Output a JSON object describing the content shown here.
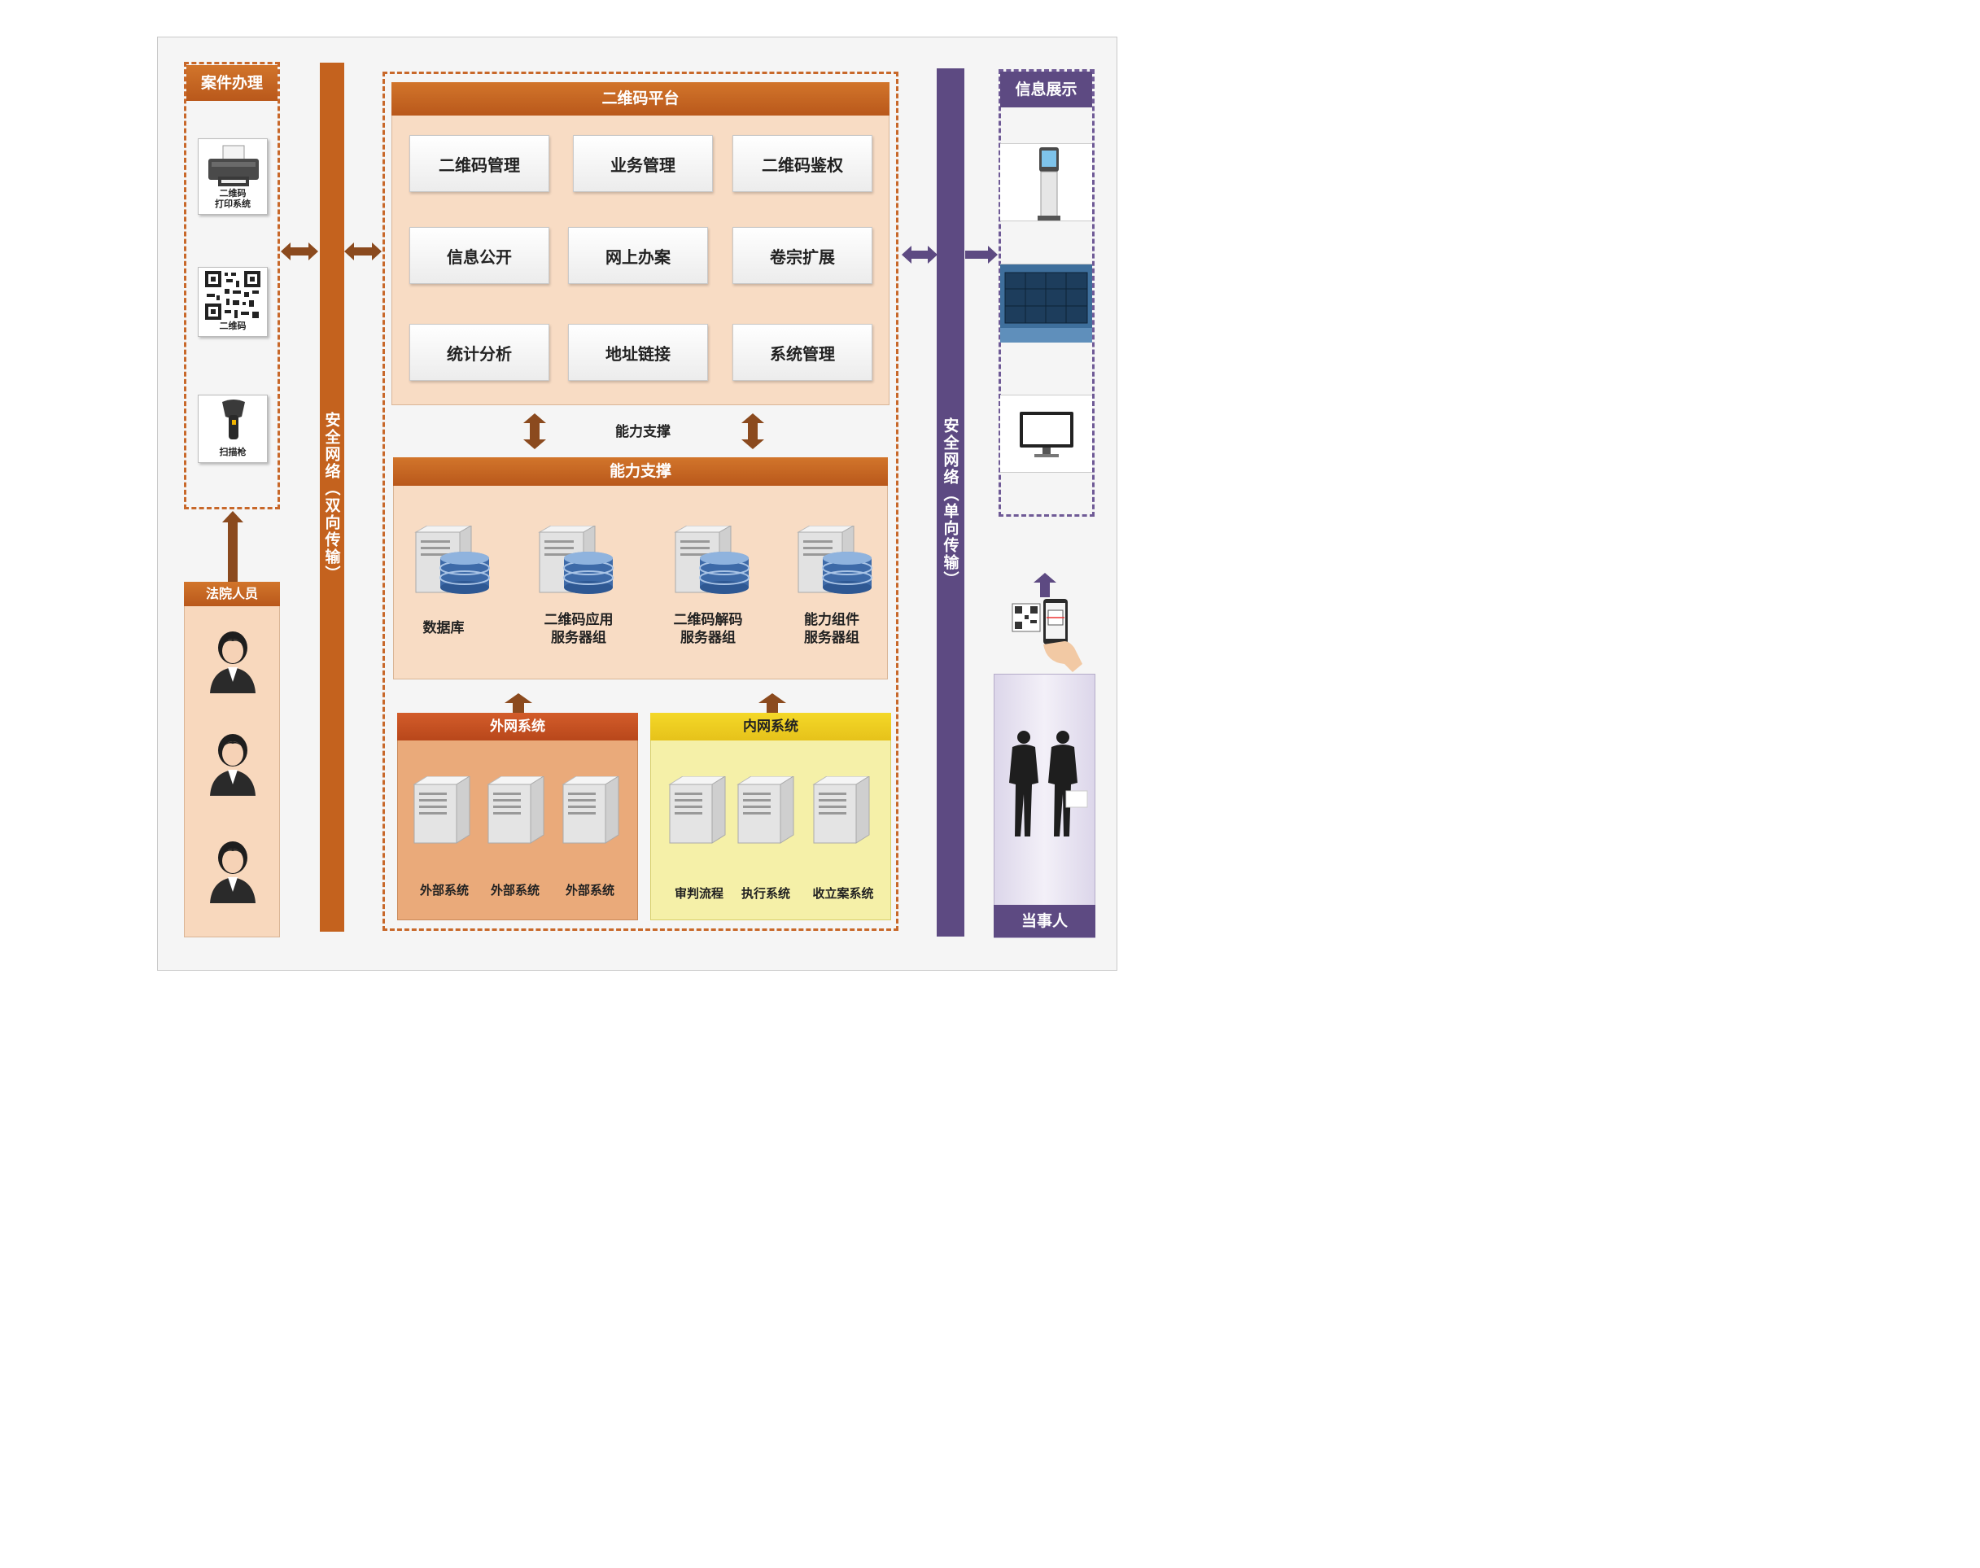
{
  "left_panel": {
    "title": "案件办理",
    "devices": [
      {
        "label_line1": "二维码",
        "label_line2": "打印系统",
        "icon": "printer-icon"
      },
      {
        "label_line1": "二维码",
        "label_line2": "",
        "icon": "qr-code-icon"
      },
      {
        "label_line1": "扫描枪",
        "label_line2": "",
        "icon": "barcode-scanner-icon"
      }
    ]
  },
  "court_staff": {
    "title": "法院人员",
    "icon": "person-icon"
  },
  "network_left": {
    "label": "安全网络（双向传输）"
  },
  "network_right": {
    "label": "安全网络（单向传输）"
  },
  "platform": {
    "title": "二维码平台",
    "modules": [
      "二维码管理",
      "业务管理",
      "二维码鉴权",
      "信息公开",
      "网上办案",
      "卷宗扩展",
      "统计分析",
      "地址链接",
      "系统管理"
    ]
  },
  "support_label": "能力支撑",
  "support": {
    "title": "能力支撑",
    "servers": [
      {
        "line1": "数据库",
        "line2": ""
      },
      {
        "line1": "二维码应用",
        "line2": "服务器组"
      },
      {
        "line1": "二维码解码",
        "line2": "服务器组"
      },
      {
        "line1": "能力组件",
        "line2": "服务器组"
      }
    ]
  },
  "external": {
    "title": "外网系统",
    "systems": [
      "外部系统",
      "外部系统",
      "外部系统"
    ]
  },
  "internal": {
    "title": "内网系统",
    "systems": [
      "审判流程",
      "执行系统",
      "收立案系统"
    ]
  },
  "info_display": {
    "title": "信息展示",
    "devices": [
      "kiosk-icon",
      "video-wall-icon",
      "monitor-icon"
    ]
  },
  "party": {
    "title": "当事人"
  },
  "colors": {
    "orange": "#c8682a",
    "dark_orange": "#8b4a1e",
    "purple": "#5d4a82",
    "yellow": "#f0d020"
  }
}
